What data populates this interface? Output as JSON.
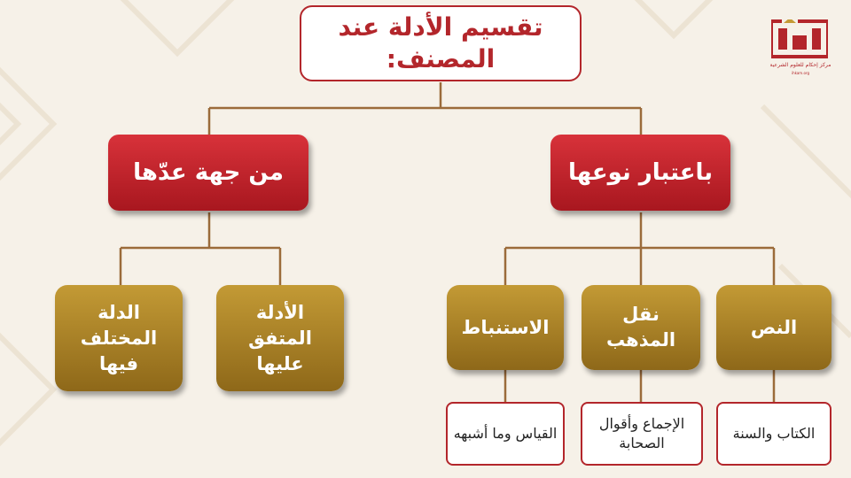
{
  "diagram": {
    "title": "تقسيم الأدلة عند المصنف:",
    "branches": [
      {
        "label": "باعتبار نوعها",
        "children": [
          {
            "label": "النص",
            "detail": "الكتاب والسنة"
          },
          {
            "label": "نقل المذهب",
            "detail": "الإجماع وأقوال الصحابة"
          },
          {
            "label": "الاستنباط",
            "detail": "القياس وما أشبهه"
          }
        ]
      },
      {
        "label": "من جهة عدّها",
        "children": [
          {
            "label": "الأدلة المتفق عليها"
          },
          {
            "label": "الدلة المختلف فيها"
          }
        ]
      }
    ]
  },
  "logo": {
    "name": "إحكام",
    "tagline": "مركز إحكام للعلوم الشرعية",
    "subtag": "ihkam.org"
  },
  "colors": {
    "red": "#b3262b",
    "gold": "#a37a26",
    "connector": "#9b6b3a",
    "background": "#f6f1e8"
  }
}
